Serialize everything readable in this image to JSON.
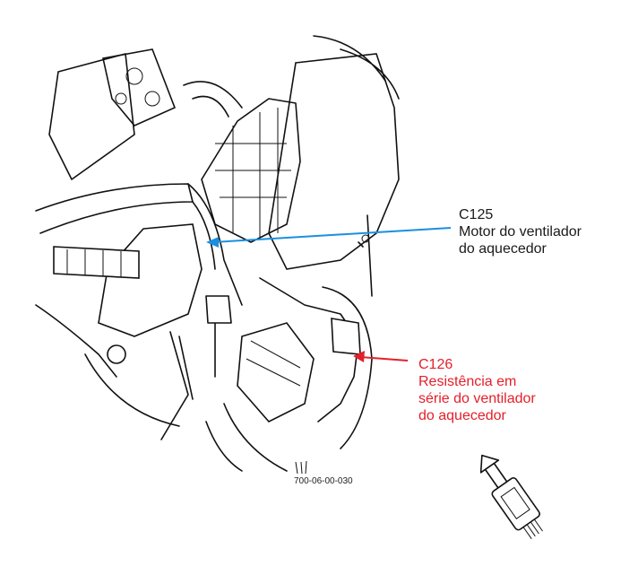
{
  "callouts": [
    {
      "id": "C125",
      "description_lines": [
        "Motor do ventilador",
        "do aquecedor"
      ],
      "color": "#1a8fe0"
    },
    {
      "id": "C126",
      "description_lines": [
        "Resistência em",
        "série do ventilador",
        "do aquecedor"
      ],
      "color": "#e3202a"
    }
  ],
  "figure_code": "700-06-00-030",
  "icons": [
    "blower-assembly-drawing",
    "connector-direction-icon"
  ]
}
